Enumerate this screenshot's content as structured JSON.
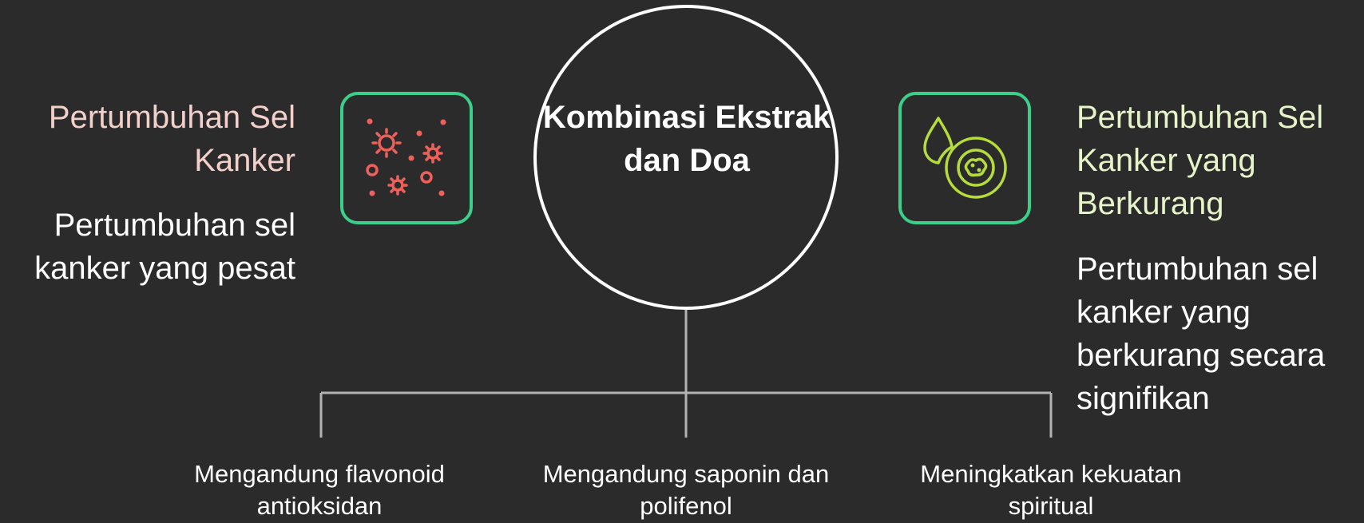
{
  "center": {
    "label": "Kombinasi Ekstrak dan Doa"
  },
  "left": {
    "title": "Pertumbuhan Sel Kanker",
    "description": "Pertumbuhan sel kanker yang pesat",
    "icon": "cancer-cells-icon",
    "icon_color": "#f0605a",
    "border_color": "#3ccf8a"
  },
  "right": {
    "title": "Pertumbuhan Sel Kanker yang Berkurang",
    "description": "Pertumbuhan sel kanker yang berkurang secara signifikan",
    "icon": "drop-and-cell-icon",
    "icon_color": "#b5dc3a",
    "border_color": "#3ccf8a"
  },
  "factors": [
    {
      "label": "Mengandung flavonoid antioksidan"
    },
    {
      "label": "Mengandung saponin dan polifenol"
    },
    {
      "label": "Meningkatkan kekuatan spiritual"
    }
  ],
  "colors": {
    "background": "#2b2b2b",
    "connector": "#b3b3b3",
    "circle_stroke": "#ffffff"
  }
}
